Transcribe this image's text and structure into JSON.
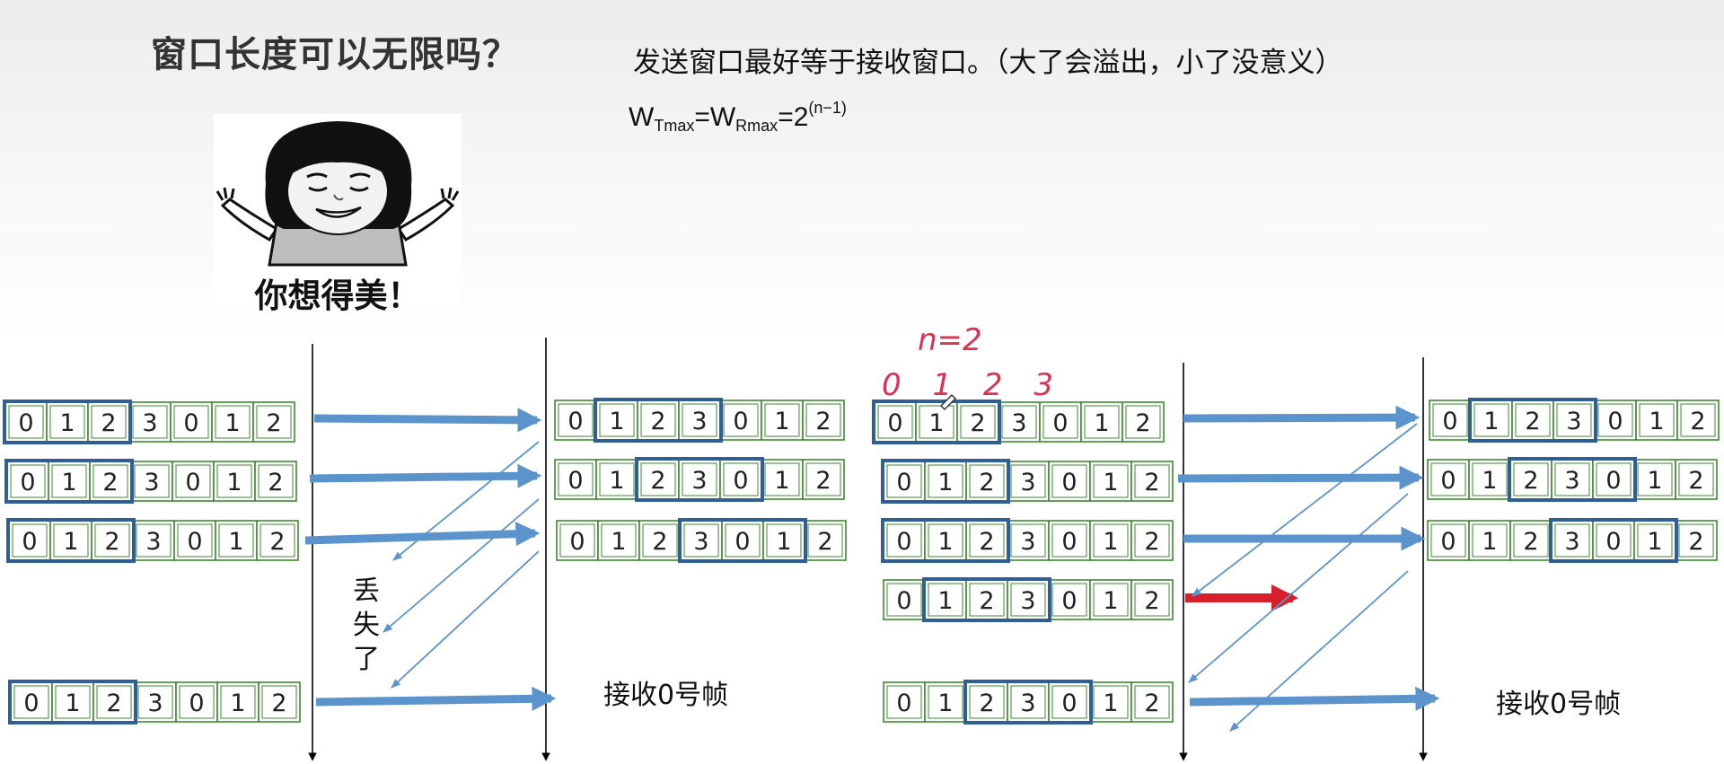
{
  "heading": "窗口长度可以无限吗？",
  "statement": "发送窗口最好等于接收窗口。（大了会溢出，小了没意义）",
  "formula": {
    "w1": "W",
    "sub1": "Tmax",
    "eq1": "=W",
    "sub2": "Rmax",
    "eq2": "=2",
    "exp": "(n−1)"
  },
  "meme_caption": "你想得美！",
  "handwritten": {
    "n_label": "n=2",
    "seq_label": "0 1 2 3"
  },
  "sequence": [
    "0",
    "1",
    "2",
    "3",
    "0",
    "1",
    "2"
  ],
  "left_scenario": {
    "sender_windows": [
      {
        "start": 0,
        "size": 3
      },
      {
        "start": 0,
        "size": 3
      },
      {
        "start": 0,
        "size": 3
      },
      {
        "start": 0,
        "size": 3
      }
    ],
    "receiver_windows": [
      {
        "start": 1,
        "size": 3
      },
      {
        "start": 2,
        "size": 3
      },
      {
        "start": 3,
        "size": 3
      }
    ],
    "lost_label": [
      "丢",
      "失",
      "了"
    ],
    "receive_label": "接收0号帧"
  },
  "right_scenario": {
    "sender_windows": [
      {
        "start": 0,
        "size": 3
      },
      {
        "start": 0,
        "size": 3
      },
      {
        "start": 0,
        "size": 3
      },
      {
        "start": 1,
        "size": 3
      },
      {
        "start": 2,
        "size": 3
      }
    ],
    "receiver_windows": [
      {
        "start": 1,
        "size": 3
      },
      {
        "start": 2,
        "size": 3
      },
      {
        "start": 3,
        "size": 3
      }
    ],
    "receive_label": "接收0号帧"
  },
  "colors": {
    "cell_border": "#3d8b2f",
    "window_border": "#2f5f95",
    "arrow_blue": "#5b94cc",
    "arrow_red": "#d8202c",
    "handwriting": "#e03050"
  }
}
